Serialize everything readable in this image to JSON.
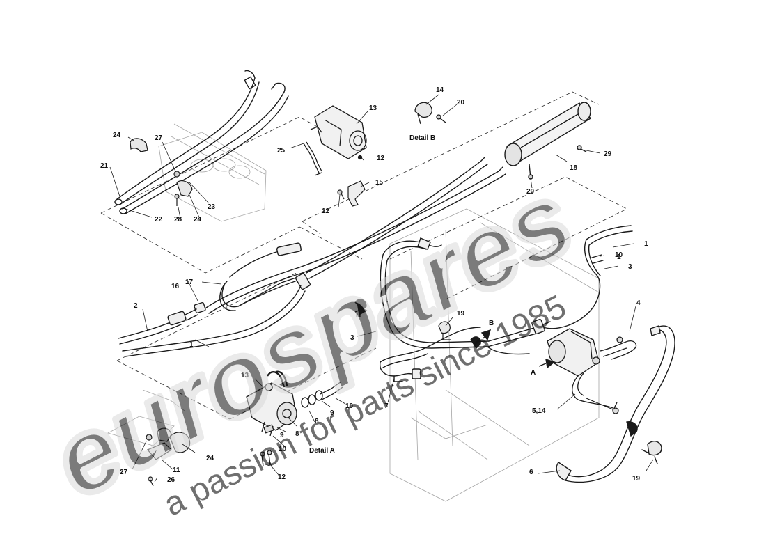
{
  "diagram": {
    "details": [
      {
        "key": "detail_a",
        "label": "Detail A"
      },
      {
        "key": "detail_b",
        "label": "Detail B"
      }
    ],
    "callouts": [
      {
        "id": "c1",
        "text": "1"
      },
      {
        "id": "c2",
        "text": "1"
      },
      {
        "id": "c3",
        "text": "1"
      },
      {
        "id": "c4",
        "text": "2"
      },
      {
        "id": "c5",
        "text": "3"
      },
      {
        "id": "c6",
        "text": "3"
      },
      {
        "id": "c7",
        "text": "4"
      },
      {
        "id": "c8",
        "text": "5,14"
      },
      {
        "id": "c9",
        "text": "6"
      },
      {
        "id": "c10",
        "text": "7"
      },
      {
        "id": "c11",
        "text": "8"
      },
      {
        "id": "c12",
        "text": "8"
      },
      {
        "id": "c13",
        "text": "9"
      },
      {
        "id": "c14",
        "text": "9"
      },
      {
        "id": "c15",
        "text": "10"
      },
      {
        "id": "c16",
        "text": "10"
      },
      {
        "id": "c17",
        "text": "10"
      },
      {
        "id": "c18",
        "text": "11"
      },
      {
        "id": "c19",
        "text": "12"
      },
      {
        "id": "c20",
        "text": "12"
      },
      {
        "id": "c21",
        "text": "12"
      },
      {
        "id": "c22",
        "text": "13"
      },
      {
        "id": "c23",
        "text": "13"
      },
      {
        "id": "c24",
        "text": "14"
      },
      {
        "id": "c25",
        "text": "15"
      },
      {
        "id": "c26",
        "text": "16"
      },
      {
        "id": "c27",
        "text": "17"
      },
      {
        "id": "c28",
        "text": "18"
      },
      {
        "id": "c29",
        "text": "19"
      },
      {
        "id": "c30",
        "text": "19"
      },
      {
        "id": "c31",
        "text": "20"
      },
      {
        "id": "c32",
        "text": "21"
      },
      {
        "id": "c33",
        "text": "22"
      },
      {
        "id": "c34",
        "text": "23"
      },
      {
        "id": "c35",
        "text": "24"
      },
      {
        "id": "c36",
        "text": "24"
      },
      {
        "id": "c37",
        "text": "24"
      },
      {
        "id": "c38",
        "text": "25"
      },
      {
        "id": "c39",
        "text": "26"
      },
      {
        "id": "c40",
        "text": "27"
      },
      {
        "id": "c41",
        "text": "27"
      },
      {
        "id": "c42",
        "text": "28"
      },
      {
        "id": "c43",
        "text": "29"
      },
      {
        "id": "c44",
        "text": "29"
      },
      {
        "id": "c45",
        "text": "A"
      },
      {
        "id": "c46",
        "text": "B"
      },
      {
        "id": "c47",
        "text": "B"
      }
    ]
  },
  "watermark": {
    "brand": "eurospares",
    "slogan": "a passion for parts since 1985",
    "brand_color": "#d9d9d9",
    "slogan_color": "#f0ec9a"
  },
  "colors": {
    "line": "#1a1a1a",
    "dashed": "#333333",
    "background_sketch": "#9a9a9a"
  }
}
